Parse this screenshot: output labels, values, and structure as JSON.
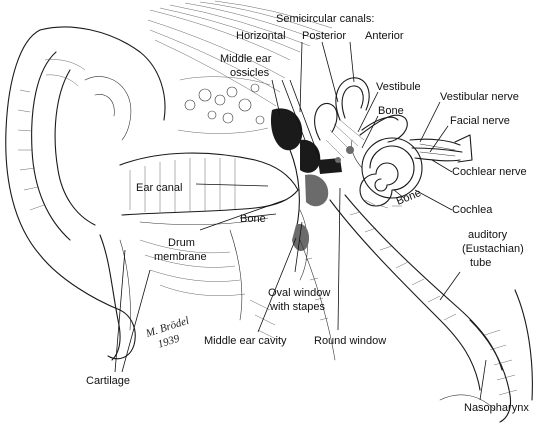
{
  "labels": {
    "semicircular_canals": "Semicircular canals:",
    "horizontal": "Horizontal",
    "posterior": "Posterior",
    "anterior": "Anterior",
    "middle_ear": "Middle ear",
    "ossicles": "ossicles",
    "vestibule": "Vestibule",
    "bone_upper": "Bone",
    "vestibular_nerve": "Vestibular nerve",
    "facial_nerve": "Facial nerve",
    "cochlear_nerve": "Cochlear nerve",
    "ear_canal": "Ear canal",
    "bone_lower": "Bone",
    "bone_cochlea": "Bone",
    "cochlea": "Cochlea",
    "drum": "Drum",
    "membrane": "membrane",
    "auditory": "auditory",
    "eustachian": "(Eustachian)",
    "tube": "tube",
    "oval_window": "Oval window",
    "with_stapes": "with stapes",
    "middle_ear_cavity": "Middle ear cavity",
    "round_window": "Round window",
    "cartilage": "Cartilage",
    "nasopharynx": "Nasopharynx"
  },
  "signature": {
    "name": "M. Brödel",
    "year": "1939"
  }
}
